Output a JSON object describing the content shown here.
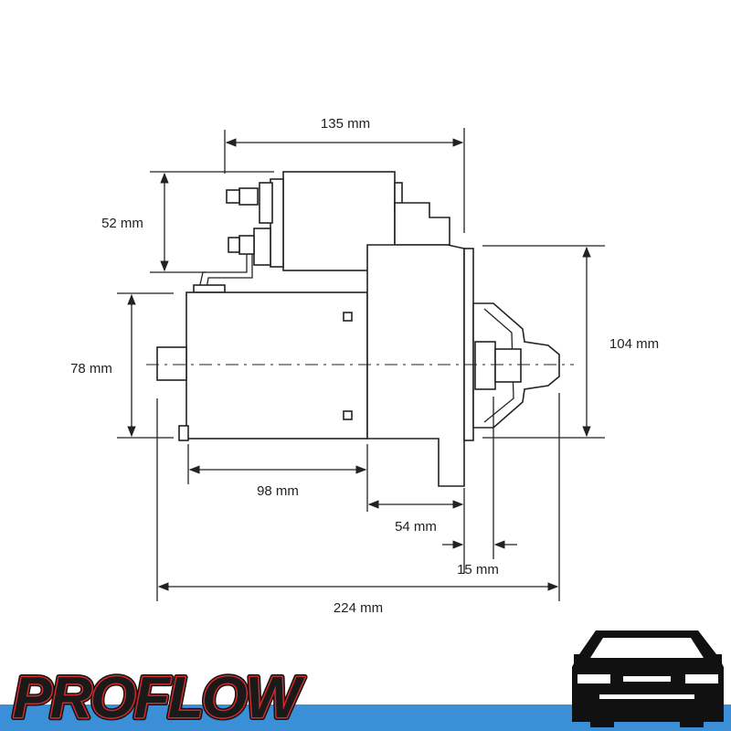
{
  "dimensions": {
    "d135": "135 mm",
    "d52": "52 mm",
    "d104": "104 mm",
    "d78": "78 mm",
    "d98": "98 mm",
    "d54": "54 mm",
    "d15": "15 mm",
    "d224": "224 mm"
  },
  "brand": {
    "name": "PROFLOW",
    "primary_color": "#1a1a1a",
    "accent_color": "#1e63c8",
    "stripe_color": "#d12a2a",
    "band_color": "#3a8fd6"
  },
  "icons": {
    "logo": "proflow-logo",
    "car": "car-front-icon"
  }
}
